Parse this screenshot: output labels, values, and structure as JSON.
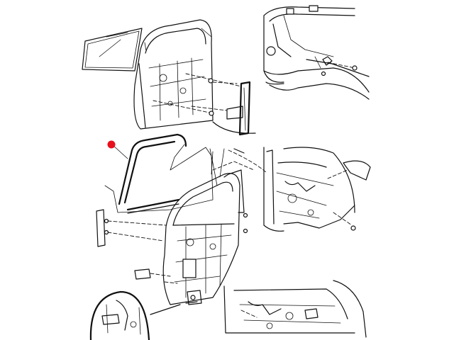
{
  "diagram": {
    "kind": "exploded-parts-illustration",
    "background": "#ffffff",
    "line_color": "#111111",
    "callout_color": "#e8101c",
    "callout": {
      "marker": "red-dot",
      "points_to": "window-glass-run-channel"
    },
    "parts": [
      {
        "name": "front-door-glass",
        "style": "outlined-panel"
      },
      {
        "name": "front-door-shell",
        "style": "line-art"
      },
      {
        "name": "front-window-regulator",
        "style": "line-art"
      },
      {
        "name": "rear-quarter-body-view",
        "style": "line-art"
      },
      {
        "name": "window-glass-run-channel",
        "style": "highlighted"
      },
      {
        "name": "rear-door-shell",
        "style": "line-art"
      },
      {
        "name": "rear-door-trim-moulding",
        "style": "line-art"
      },
      {
        "name": "rear-body-side-view",
        "style": "line-art"
      },
      {
        "name": "lower-door-detail",
        "style": "line-art"
      },
      {
        "name": "circular-magnified-detail",
        "style": "line-art"
      },
      {
        "name": "hinge-bracket",
        "style": "line-art"
      }
    ]
  }
}
